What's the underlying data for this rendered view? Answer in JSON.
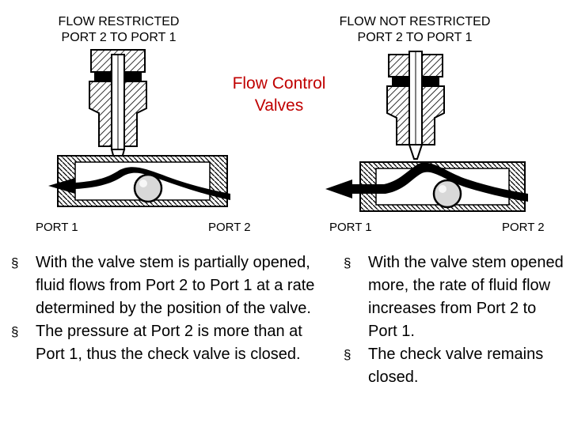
{
  "left_valve": {
    "caption_line1": "FLOW RESTRICTED",
    "caption_line2": "PORT 2 TO PORT 1",
    "port_left": "PORT 1",
    "port_right": "PORT 2"
  },
  "right_valve": {
    "caption_line1": "FLOW NOT RESTRICTED",
    "caption_line2": "PORT 2 TO PORT 1",
    "port_left": "PORT 1",
    "port_right": "PORT 2"
  },
  "center_title": {
    "line1": "Flow Control",
    "line2": "Valves",
    "color": "#c00000"
  },
  "left_bullets": [
    "With the valve stem is partially opened, fluid flows from Port 2 to Port 1 at a rate determined by the position of the valve.",
    "The pressure at Port 2 is more than at Port 1, thus the check valve is closed."
  ],
  "right_bullets": [
    "With the valve stem opened more, the rate of fluid flow increases from Port 2 to Port 1.",
    "The check valve remains closed."
  ]
}
